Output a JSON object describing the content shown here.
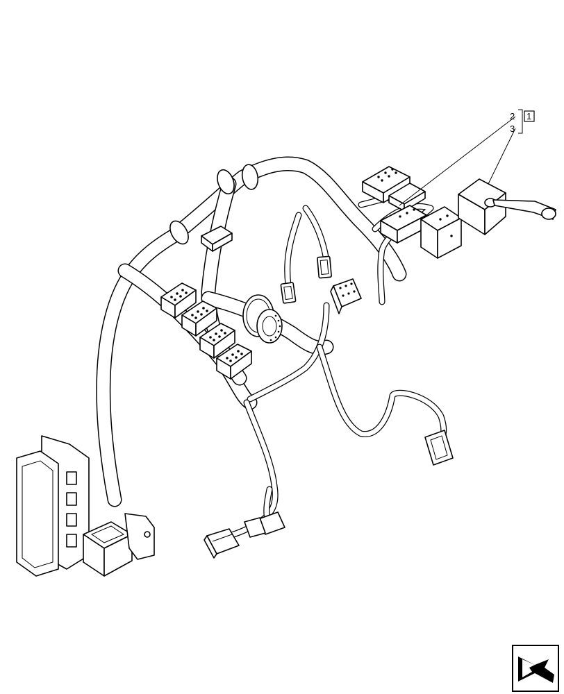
{
  "callouts": {
    "item_a": "2",
    "item_b": "3",
    "group_ref": "1"
  },
  "nav_icon": "next-page-arrow-icon"
}
